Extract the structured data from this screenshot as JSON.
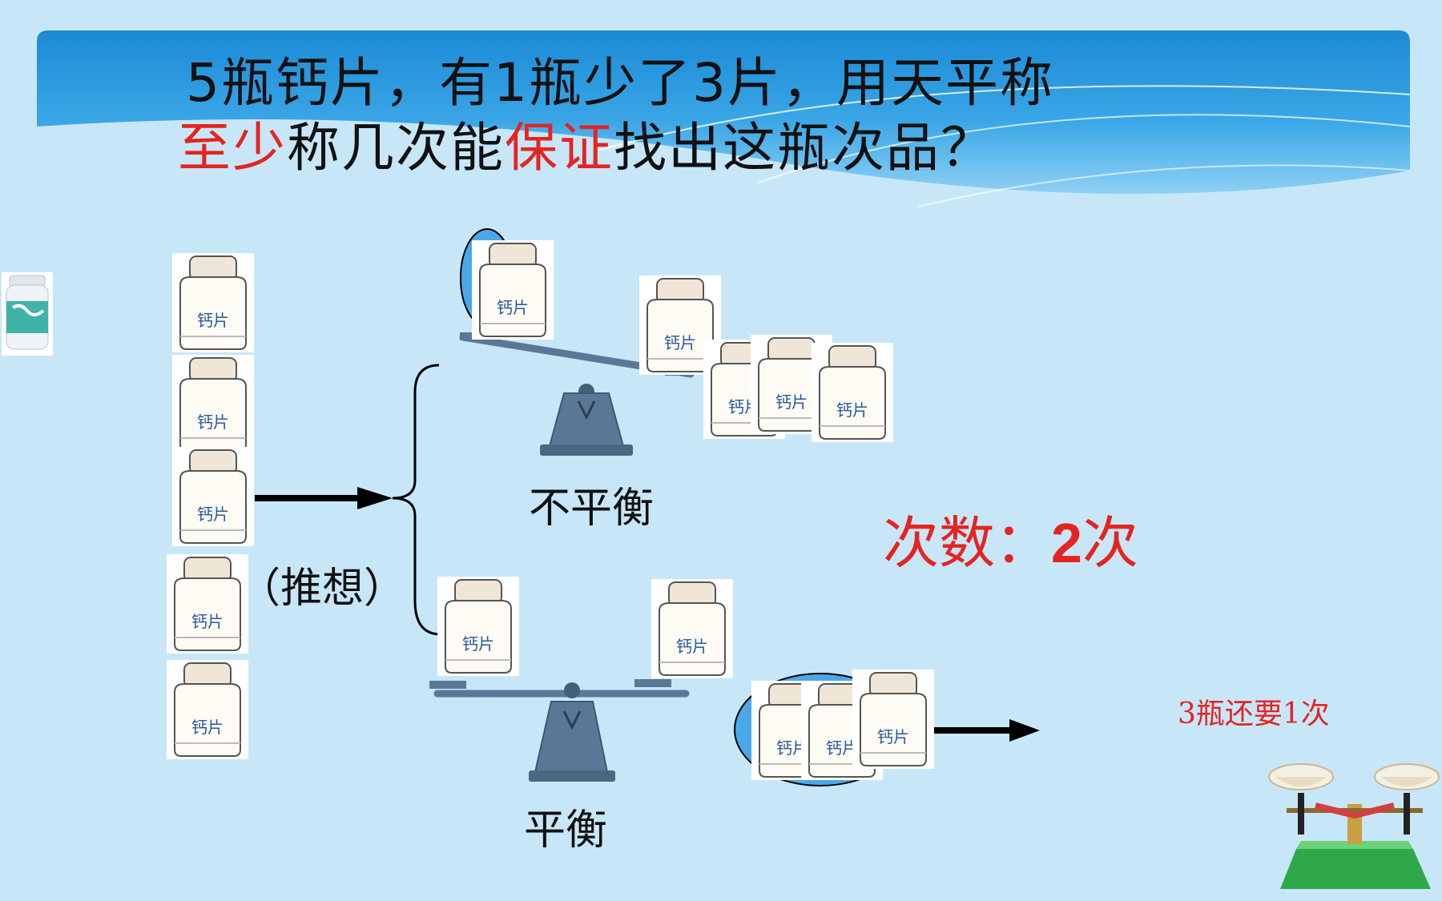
{
  "slide": {
    "title_line1": "5瓶钙片，有1瓶少了3片，用天平称",
    "title_line2_a": "至少",
    "title_line2_b": "称几次能",
    "title_line2_c": "保证",
    "title_line2_d": "找出这瓶次品？",
    "guess_label": "（推想）",
    "unbalanced_label": "不平衡",
    "balanced_label": "平衡",
    "count_label": "次数：",
    "count_value": "2",
    "count_unit": "次",
    "note": "3瓶还要1次",
    "jar_label": "钙片"
  },
  "colors": {
    "background": "#c7e7f9",
    "banner": "#1e8fd8",
    "accent_red": "#e52420",
    "jar_label": "#2a5a9c",
    "scale": "#5a7896"
  }
}
